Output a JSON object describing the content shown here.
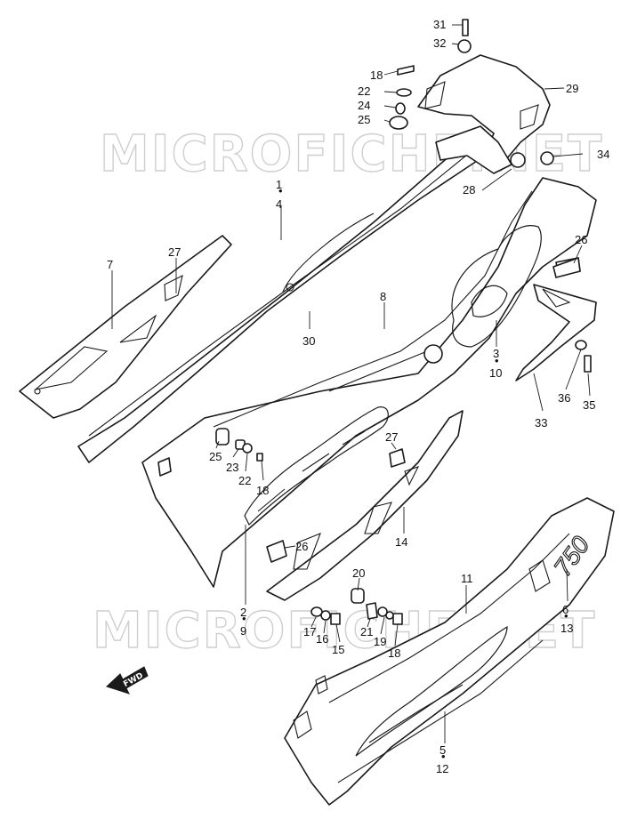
{
  "watermark": "MICROFICHE.NET",
  "fwd_label": "FWD",
  "decal_text": "750",
  "callouts": {
    "c1_4": [
      "1",
      "4"
    ],
    "c7": "7",
    "c27_top": "27",
    "c30": "30",
    "c8": "8",
    "c3_10": [
      "3",
      "10"
    ],
    "c26_right": "26",
    "c36": "36",
    "c35": "35",
    "c33": "33",
    "c31": "31",
    "c32": "32",
    "c18_top": "18",
    "c22_top": "22",
    "c24": "24",
    "c25_top": "25",
    "c29": "29",
    "c34": "34",
    "c28": "28",
    "c25_mid": "25",
    "c23": "23",
    "c22_mid": "22",
    "c18_mid": "18",
    "c27_mid": "27",
    "c14": "14",
    "c26_mid": "26",
    "c2_9": [
      "2",
      "9"
    ],
    "c20": "20",
    "c17": "17",
    "c16": "16",
    "c15": "15",
    "c21": "21",
    "c19": "19",
    "c18_bottom": "18",
    "c11": "11",
    "c6_13": [
      "6",
      "13"
    ],
    "c5_12": [
      "5",
      "12"
    ]
  }
}
